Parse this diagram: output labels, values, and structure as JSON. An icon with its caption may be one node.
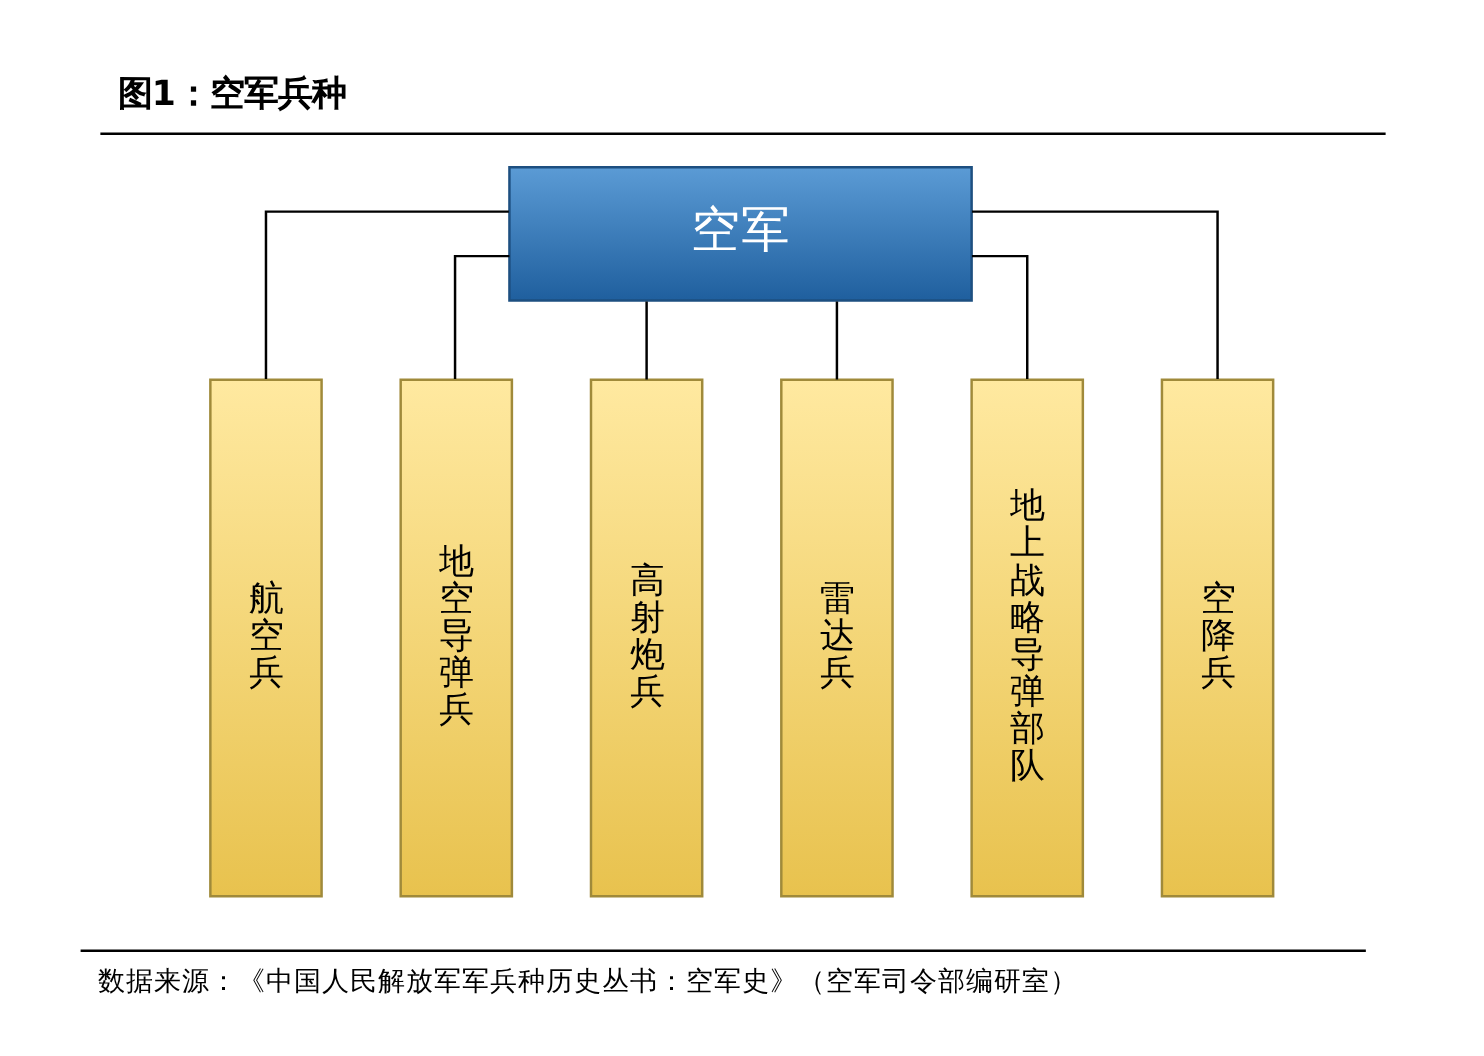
{
  "diagram": {
    "title": "图1：空军兵种",
    "caption": "数据来源：《中国人民解放军军兵种历史丛书：空军史》（空军司令部编研室）",
    "nodes": [
      {
        "text": [
          "空军"
        ]
      },
      {
        "text": [
          "航空兵"
        ]
      },
      {
        "text": [
          "地空导弹兵"
        ]
      },
      {
        "text": [
          "高射炮兵"
        ]
      },
      {
        "text": [
          "雷达兵"
        ]
      },
      {
        "text": [
          "地上战略导弹部队"
        ]
      },
      {
        "text": [
          "空降兵"
        ]
      }
    ],
    "edges": [
      {
        "from": 0,
        "to": 1,
        "arrow": "none"
      },
      {
        "from": 0,
        "to": 2,
        "arrow": "none"
      },
      {
        "from": 0,
        "to": 3,
        "arrow": "none"
      },
      {
        "from": 0,
        "to": 4,
        "arrow": "none"
      },
      {
        "from": 0,
        "to": 5,
        "arrow": "none"
      },
      {
        "from": 0,
        "to": 6,
        "arrow": "none"
      }
    ]
  }
}
